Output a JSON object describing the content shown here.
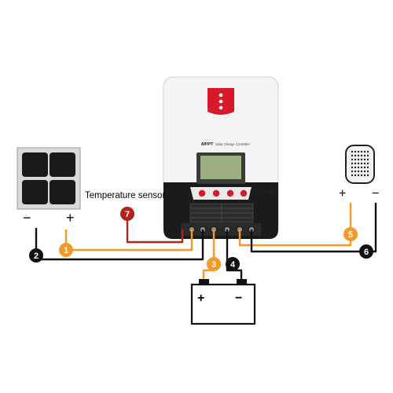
{
  "controller": {
    "brand": "MPPT",
    "model_text": "Solar Charge Controller",
    "ce_mark": "CE",
    "rohs_mark": "RoHS"
  },
  "sensor": {
    "label": "Temperature sensor"
  },
  "panel": {
    "minus": "−",
    "plus": "+"
  },
  "load": {
    "plus": "+",
    "minus": "−"
  },
  "battery": {
    "plus": "+",
    "minus": "−"
  },
  "callouts": [
    "1",
    "2",
    "3",
    "4",
    "5",
    "6",
    "7"
  ],
  "colors": {
    "orange": "#f39a2b",
    "black": "#111111",
    "red": "#c8102e",
    "dark_red": "#b0241c"
  }
}
